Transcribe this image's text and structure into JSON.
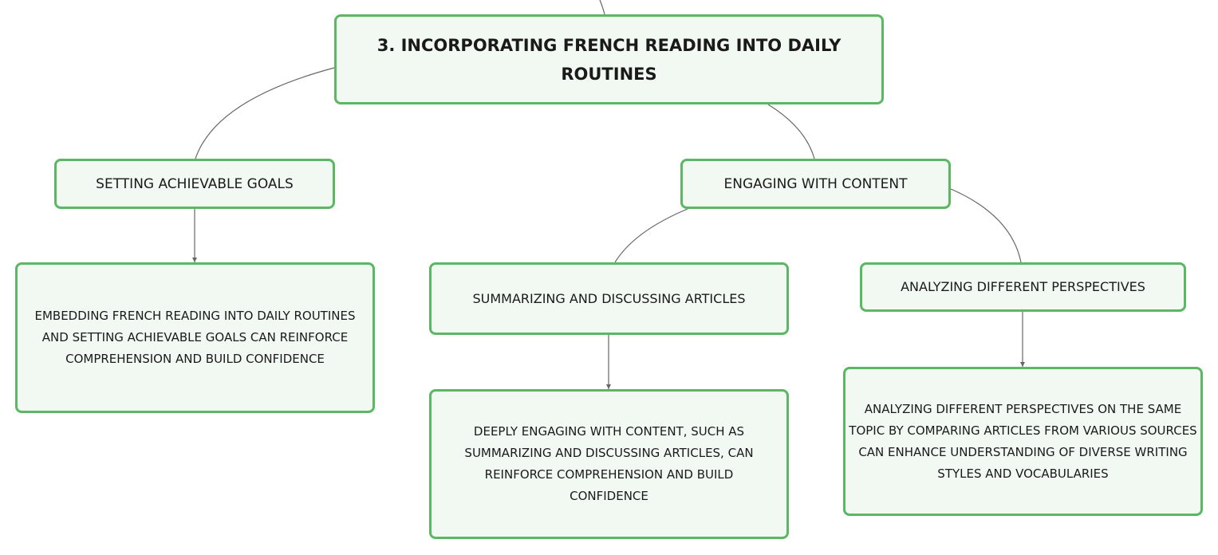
{
  "diagram": {
    "root": {
      "text": "3. Incorporating French reading into daily routines"
    },
    "branches": {
      "goals": {
        "label": "Setting achievable goals",
        "detail": "Embedding French reading into daily routines and setting achievable goals can reinforce comprehension and build confidence"
      },
      "engaging": {
        "label": "Engaging with content",
        "summarizing": {
          "label": "Summarizing and discussing articles",
          "detail": "Deeply engaging with content, such as summarizing and discussing articles, can reinforce comprehension and build confidence"
        },
        "perspectives": {
          "label": "Analyzing different perspectives",
          "detail": "Analyzing different perspectives on the same topic by comparing articles from various sources can enhance understanding of diverse writing styles and vocabularies"
        }
      }
    },
    "colors": {
      "node_border": "#5cb765",
      "node_fill": "#f1f9f2",
      "connector": "#666666"
    }
  }
}
